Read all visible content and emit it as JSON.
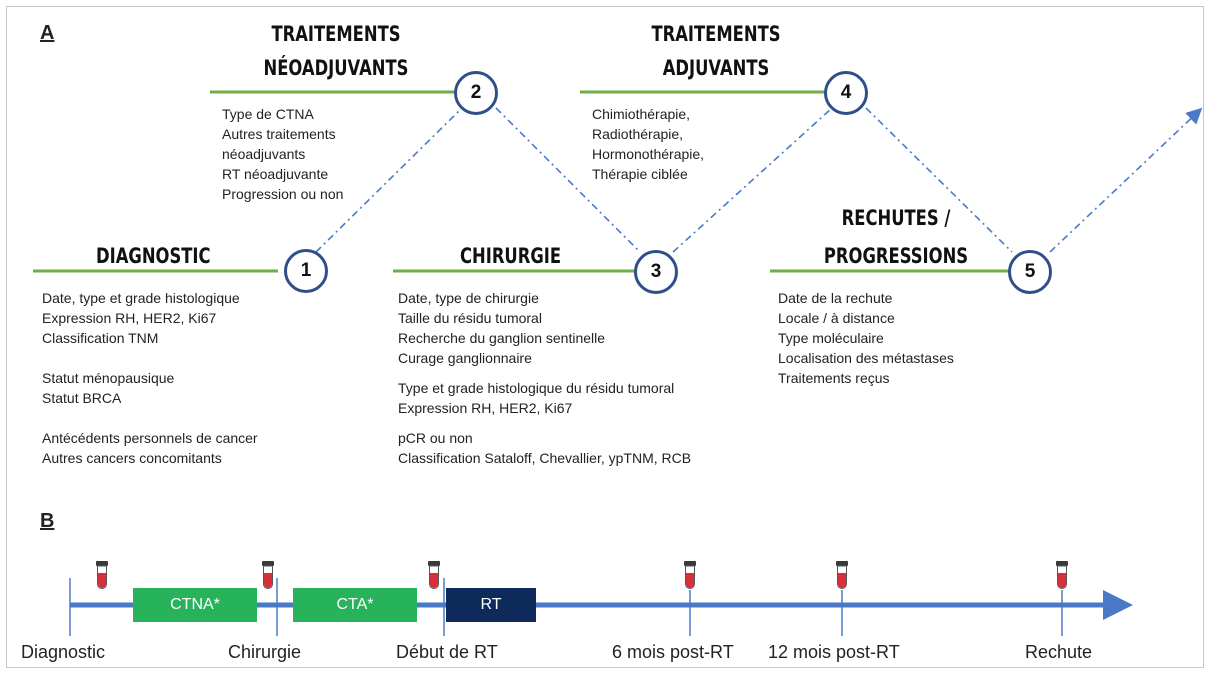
{
  "panel_a": {
    "letter": "A",
    "stages": [
      {
        "number": "1",
        "title": [
          "DIAGNOSTIC"
        ],
        "details": [
          "Date, type et grade histologique",
          "Expression RH, HER2, Ki67",
          "Classification TNM",
          "",
          "Statut ménopausique",
          "Statut BRCA",
          "",
          "Antécédents personnels de cancer",
          "Autres cancers concomitants"
        ]
      },
      {
        "number": "2",
        "title": [
          "TRAITEMENTS",
          "NÉOADJUVANTS"
        ],
        "details": [
          "Type de CTNA",
          "Autres traitements",
          "néoadjuvants",
          "RT néoadjuvante",
          "Progression ou non"
        ]
      },
      {
        "number": "3",
        "title": [
          "CHIRURGIE"
        ],
        "details": [
          "Date, type de chirurgie",
          "Taille du résidu tumoral",
          "Recherche du ganglion sentinelle",
          "Curage ganglionnaire",
          "",
          "Type et grade histologique du résidu tumoral",
          "Expression RH, HER2, Ki67",
          "",
          "pCR ou non",
          "Classification Sataloff, Chevallier, ypTNM, RCB"
        ]
      },
      {
        "number": "4",
        "title": [
          "TRAITEMENTS",
          "ADJUVANTS"
        ],
        "details": [
          "Chimiothérapie,",
          "Radiothérapie,",
          "Hormonothérapie,",
          "Thérapie ciblée"
        ]
      },
      {
        "number": "5",
        "title": [
          "RECHUTES /",
          "PROGRESSIONS"
        ],
        "details": [
          "Date de la rechute",
          "Locale / à distance",
          "Type moléculaire",
          "Localisation des métastases",
          "Traitements reçus"
        ]
      }
    ]
  },
  "panel_b": {
    "letter": "B",
    "boxes": [
      {
        "label": "CTNA*",
        "color": "#27b35a"
      },
      {
        "label": "CTA*",
        "color": "#27b35a"
      },
      {
        "label": "RT",
        "color": "#0e2a5a"
      }
    ],
    "timepoints": [
      "Diagnostic",
      "Chirurgie",
      "Début de RT",
      "6 mois post-RT",
      "12 mois post-RT",
      "Rechute"
    ]
  },
  "colors": {
    "stage_line": "#6fae47",
    "circle": "#2f4f89",
    "timeline": "#4a7ac7",
    "tube_cap": "#3a3a3a",
    "tube_fill": "#d8303a"
  }
}
